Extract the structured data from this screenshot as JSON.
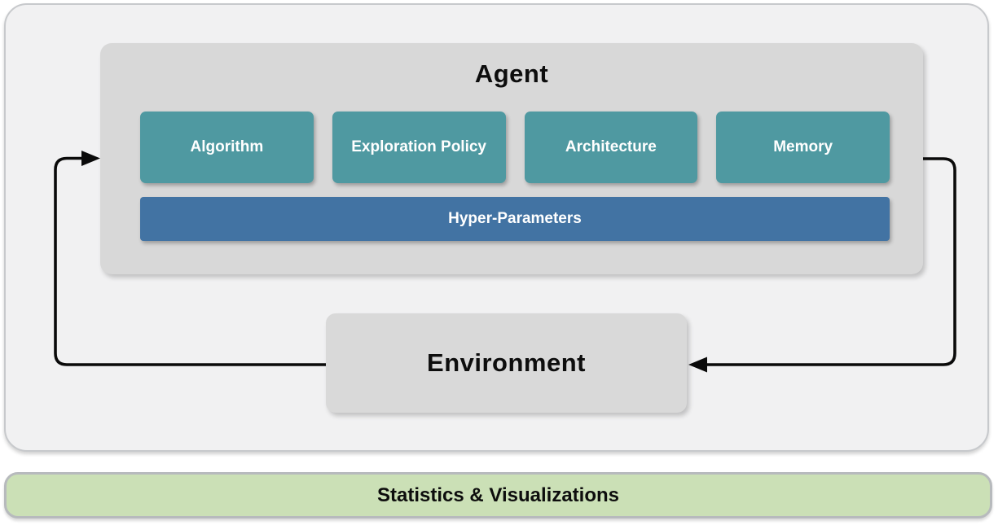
{
  "diagram": {
    "agent": {
      "title": "Agent",
      "modules": [
        "Algorithm",
        "Exploration Policy",
        "Architecture",
        "Memory"
      ],
      "hyper_parameters_label": "Hyper-Parameters"
    },
    "environment": {
      "title": "Environment"
    },
    "stats_bar": {
      "label": "Statistics & Visualizations"
    },
    "arrows": {
      "environment_to_agent": "loop from Environment left side up into Agent left side",
      "agent_to_environment": "loop from Agent right side down into Environment right side"
    },
    "colors": {
      "module_teal": "#4f99a1",
      "hyper_blue": "#4273a3",
      "container_gray": "#d8d8d8",
      "environment_gray": "#d9d9d9",
      "panel_bg": "#f1f1f2",
      "panel_border": "#c7c9cc",
      "stats_green": "#cbe0b6",
      "stats_border": "#b7babd",
      "arrow_black": "#0a0a0a"
    }
  }
}
